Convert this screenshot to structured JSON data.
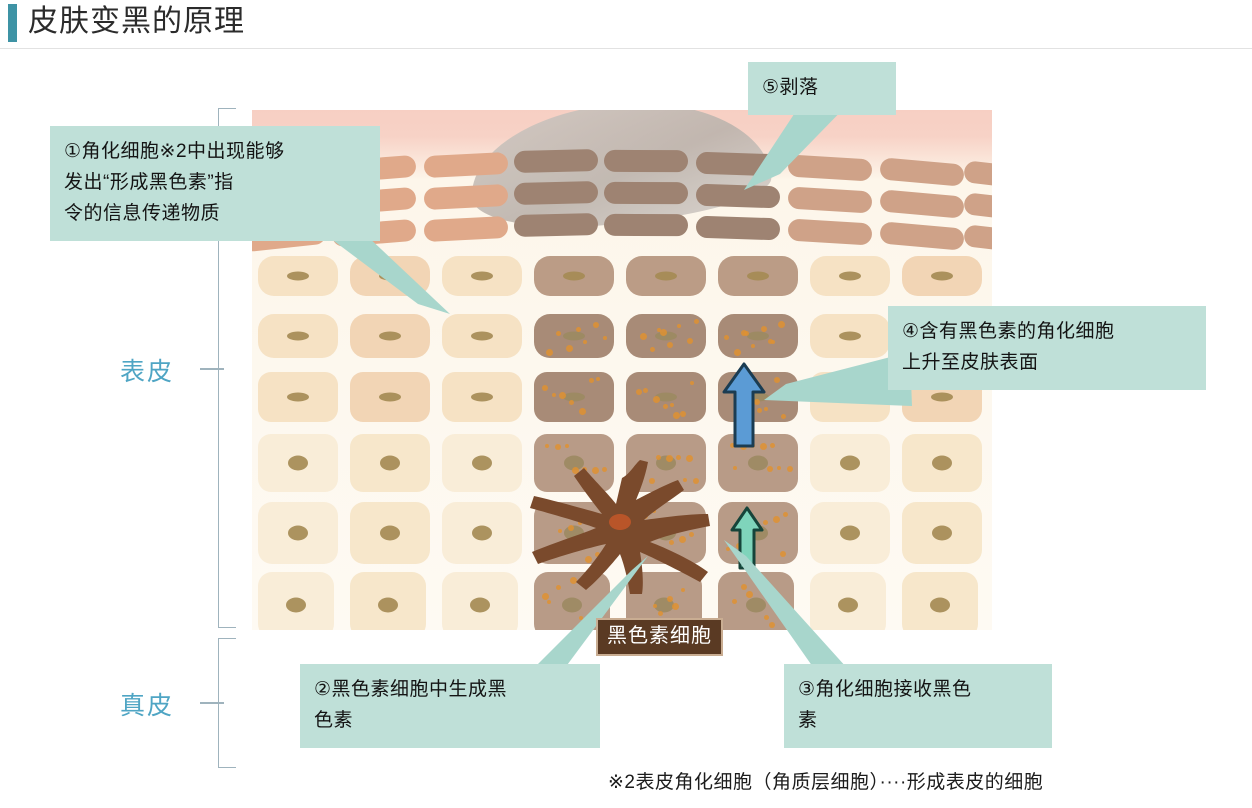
{
  "header": {
    "title": "皮肤变黑的原理",
    "accent_color": "#3e93a5"
  },
  "layers": [
    {
      "id": "epidermis",
      "label": "表皮"
    },
    {
      "id": "dermis",
      "label": "真皮"
    }
  ],
  "callouts": [
    {
      "id": "callout-1",
      "number": "①",
      "text": "①角化细胞※2中出现能够\n  发出“形成黑色素”指\n  令的信息传递物质"
    },
    {
      "id": "callout-2",
      "number": "②",
      "text": "②黑色素细胞中生成黑\n  色素"
    },
    {
      "id": "callout-3",
      "number": "③",
      "text": "③角化细胞接收黑色\n  素"
    },
    {
      "id": "callout-4",
      "number": "④",
      "text": "④含有黑色素的角化细胞\n  上升至皮肤表面"
    },
    {
      "id": "callout-5",
      "number": "⑤",
      "text": "⑤剥落"
    }
  ],
  "melanocyte_tag": "黑色素细胞",
  "footnote": "※2表皮角化细胞（角质层细胞）····形成表皮的细胞",
  "colors": {
    "callout_bg": "#bfe0d8",
    "layer_label": "#4fa5c4",
    "melanocyte_body": "#7a4a2c",
    "melano_tag_bg": "#5a3a23",
    "up_arrow_blue": "#5b9bd5",
    "up_arrow_green": "#7fd4bb",
    "cell_light": "#f5e3c3",
    "cell_peach": "#f0cfae",
    "cell_melanin": "#b99a86",
    "nucleus": "#a08a52"
  },
  "diagram": {
    "title_semantic": "skin-melanin-formation-diagram",
    "corneum_rows": 3,
    "cell_rows": 6,
    "cell_columns": 8
  }
}
